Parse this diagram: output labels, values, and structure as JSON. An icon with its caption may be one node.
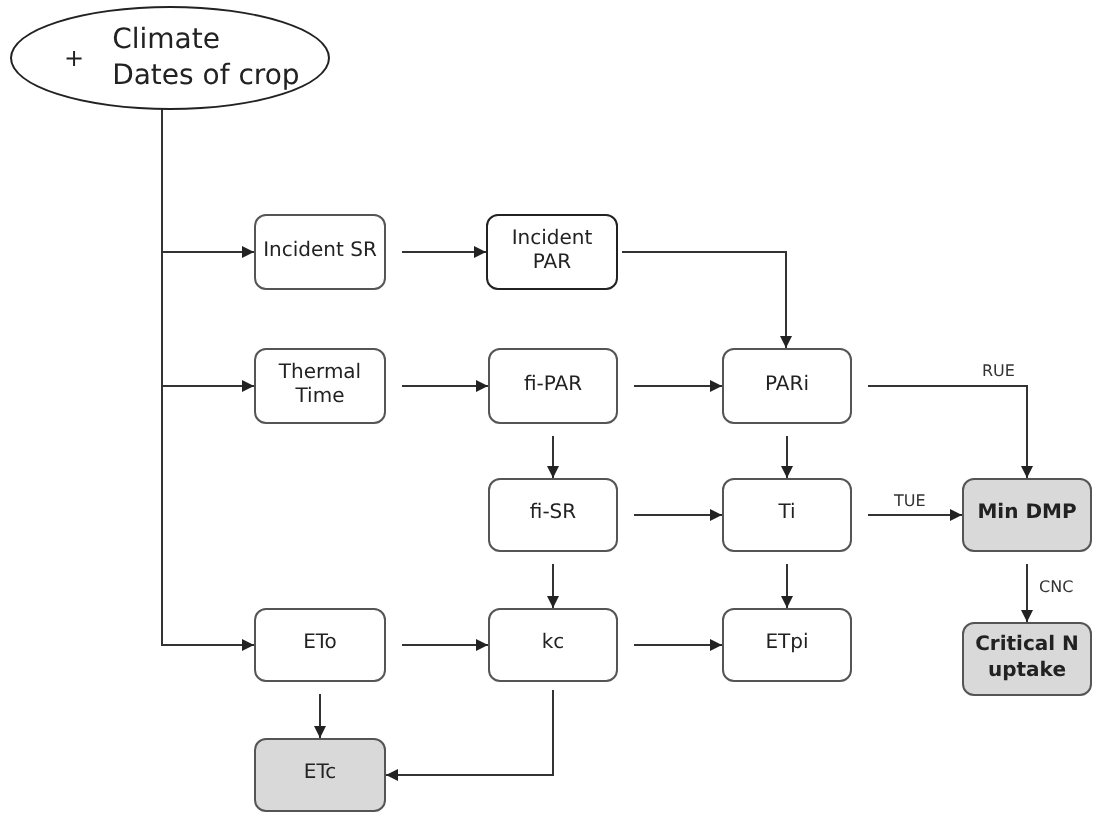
{
  "diagram": {
    "nodes": [
      {
        "text": [
          "+",
          "Climate",
          "Dates of crop"
        ]
      },
      {
        "text": [
          "Incident SR"
        ]
      },
      {
        "text": [
          "Incident PAR"
        ]
      },
      {
        "text": [
          "Thermal Time"
        ]
      },
      {
        "text": [
          "fi-PAR"
        ]
      },
      {
        "text": [
          "PARi"
        ]
      },
      {
        "text": [
          "fi-SR"
        ]
      },
      {
        "text": [
          "Ti"
        ]
      },
      {
        "text": [
          "Min DMP"
        ]
      },
      {
        "text": [
          "ETo"
        ]
      },
      {
        "text": [
          "kc"
        ]
      },
      {
        "text": [
          "ETpi"
        ]
      },
      {
        "text": [
          "Critical N uptake"
        ]
      },
      {
        "text": [
          "ETc"
        ]
      }
    ],
    "edges": [
      {
        "from": 0,
        "to": 1,
        "arrow": "to"
      },
      {
        "from": 0,
        "to": 3,
        "arrow": "to"
      },
      {
        "from": 0,
        "to": 9,
        "arrow": "to"
      },
      {
        "from": 1,
        "to": 2,
        "arrow": "to"
      },
      {
        "from": 2,
        "to": 5,
        "arrow": "to"
      },
      {
        "from": 3,
        "to": 4,
        "arrow": "to"
      },
      {
        "from": 4,
        "to": 5,
        "arrow": "to"
      },
      {
        "from": 4,
        "to": 6,
        "arrow": "to"
      },
      {
        "from": 5,
        "to": 7,
        "arrow": "to"
      },
      {
        "from": 5,
        "to": 8,
        "arrow": "to",
        "label": "RUE"
      },
      {
        "from": 6,
        "to": 7,
        "arrow": "to"
      },
      {
        "from": 6,
        "to": 10,
        "arrow": "to"
      },
      {
        "from": 7,
        "to": 8,
        "arrow": "to",
        "label": "TUE"
      },
      {
        "from": 7,
        "to": 11,
        "arrow": "to"
      },
      {
        "from": 8,
        "to": 12,
        "arrow": "to",
        "label": "CNC"
      },
      {
        "from": 9,
        "to": 10,
        "arrow": "to"
      },
      {
        "from": 9,
        "to": 13,
        "arrow": "to"
      },
      {
        "from": 10,
        "to": 11,
        "arrow": "to"
      },
      {
        "from": 10,
        "to": 13,
        "arrow": "to"
      }
    ]
  }
}
